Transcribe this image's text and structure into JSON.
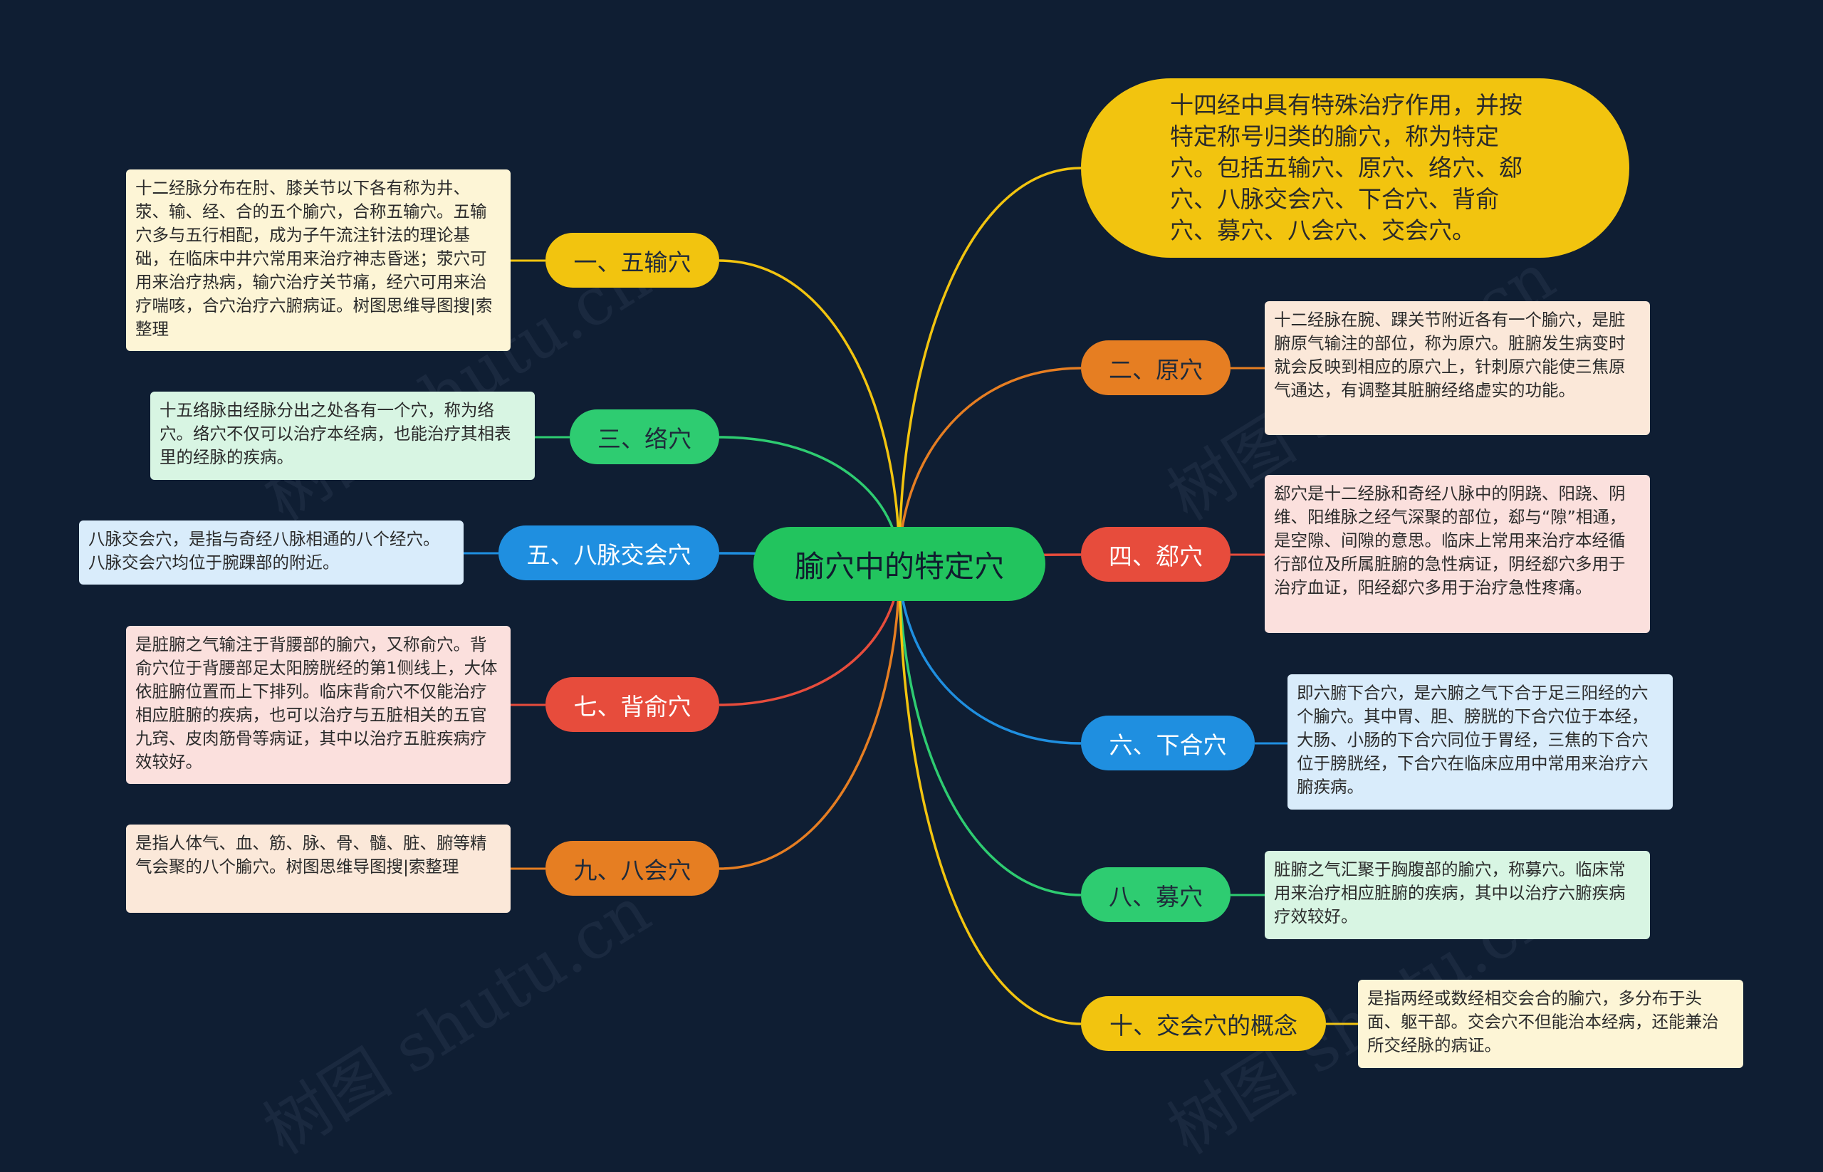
{
  "center": {
    "label": "腧穴中的特定穴"
  },
  "intro": {
    "text": "十四经中具有特殊治疗作用，并按特定称号归类的腧穴，称为特定穴。包括五输穴、原穴、络穴、郄穴、八脉交会穴、下合穴、背俞穴、募穴、八会穴、交会穴。"
  },
  "branches": [
    {
      "label": "一、五输穴",
      "color": "#f2c40f",
      "note_bg": "#fdf5d6",
      "note": "十二经脉分布在肘、膝关节以下各有称为井、荥、输、经、合的五个腧穴，合称五输穴。五输穴多与五行相配，成为子午流注针法的理论基础，在临床中井穴常用来治疗神志昏迷；荥穴可用来治疗热病，输穴治疗关节痛，经穴可用来治疗喘咳，合穴治疗六腑病证。树图思维导图搜|索整理"
    },
    {
      "label": "二、原穴",
      "color": "#e67e22",
      "note_bg": "#fbe8d9",
      "note": "十二经脉在腕、踝关节附近各有一个腧穴，是脏腑原气输注的部位，称为原穴。脏腑发生病变时就会反映到相应的原穴上，针刺原穴能使三焦原气通达，有调整其脏腑经络虚实的功能。"
    },
    {
      "label": "三、络穴",
      "color": "#2ecc71",
      "note_bg": "#d8f5e3",
      "note": "十五络脉由经脉分出之处各有一个穴，称为络穴。络穴不仅可以治疗本经病，也能治疗其相表里的经脉的疾病。"
    },
    {
      "label": "四、郄穴",
      "color": "#e74c3c",
      "note_bg": "#fbe0dd",
      "note": "郄穴是十二经脉和奇经八脉中的阴跷、阳跷、阴维、阳维脉之经气深聚的部位，郄与“隙”相通，是空隙、间隙的意思。临床上常用来治疗本经循行部位及所属脏腑的急性病证，阴经郄穴多用于治疗血证，阳经郄穴多用于治疗急性疼痛。"
    },
    {
      "label": "五、八脉交会穴",
      "color": "#1f8fe0",
      "note_bg": "#d9ecfb",
      "note": "八脉交会穴，是指与奇经八脉相通的八个经穴。八脉交会穴均位于腕踝部的附近。"
    },
    {
      "label": "六、下合穴",
      "color": "#1f8fe0",
      "note_bg": "#d9ecfb",
      "note": "即六腑下合穴，是六腑之气下合于足三阳经的六个腧穴。其中胃、胆、膀胱的下合穴位于本经，大肠、小肠的下合穴同位于胃经，三焦的下合穴位于膀胱经，下合穴在临床应用中常用来治疗六腑疾病。"
    },
    {
      "label": "七、背俞穴",
      "color": "#e74c3c",
      "note_bg": "#fbe0dd",
      "note": "是脏腑之气输注于背腰部的腧穴，又称俞穴。背俞穴位于背腰部足太阳膀胱经的第1侧线上，大体依脏腑位置而上下排列。临床背俞穴不仅能治疗相应脏腑的疾病，也可以治疗与五脏相关的五官九窍、皮肉筋骨等病证，其中以治疗五脏疾病疗效较好。"
    },
    {
      "label": "八、募穴",
      "color": "#2ecc71",
      "note_bg": "#d8f5e3",
      "note": "脏腑之气汇聚于胸腹部的腧穴，称募穴。临床常用来治疗相应脏腑的疾病，其中以治疗六腑疾病疗效较好。"
    },
    {
      "label": "九、八会穴",
      "color": "#e67e22",
      "note_bg": "#fbe8d9",
      "note": "是指人体气、血、筋、脉、骨、髓、脏、腑等精气会聚的八个腧穴。树图思维导图搜|索整理"
    },
    {
      "label": "十、交会穴的概念",
      "color": "#f2c40f",
      "note_bg": "#fdf5d6",
      "note": "是指两经或数经相交会合的腧穴，多分布于头面、躯干部。交会穴不但能治本经病，还能兼治所交经脉的病证。"
    }
  ],
  "watermark": "树图 shutu.cn"
}
